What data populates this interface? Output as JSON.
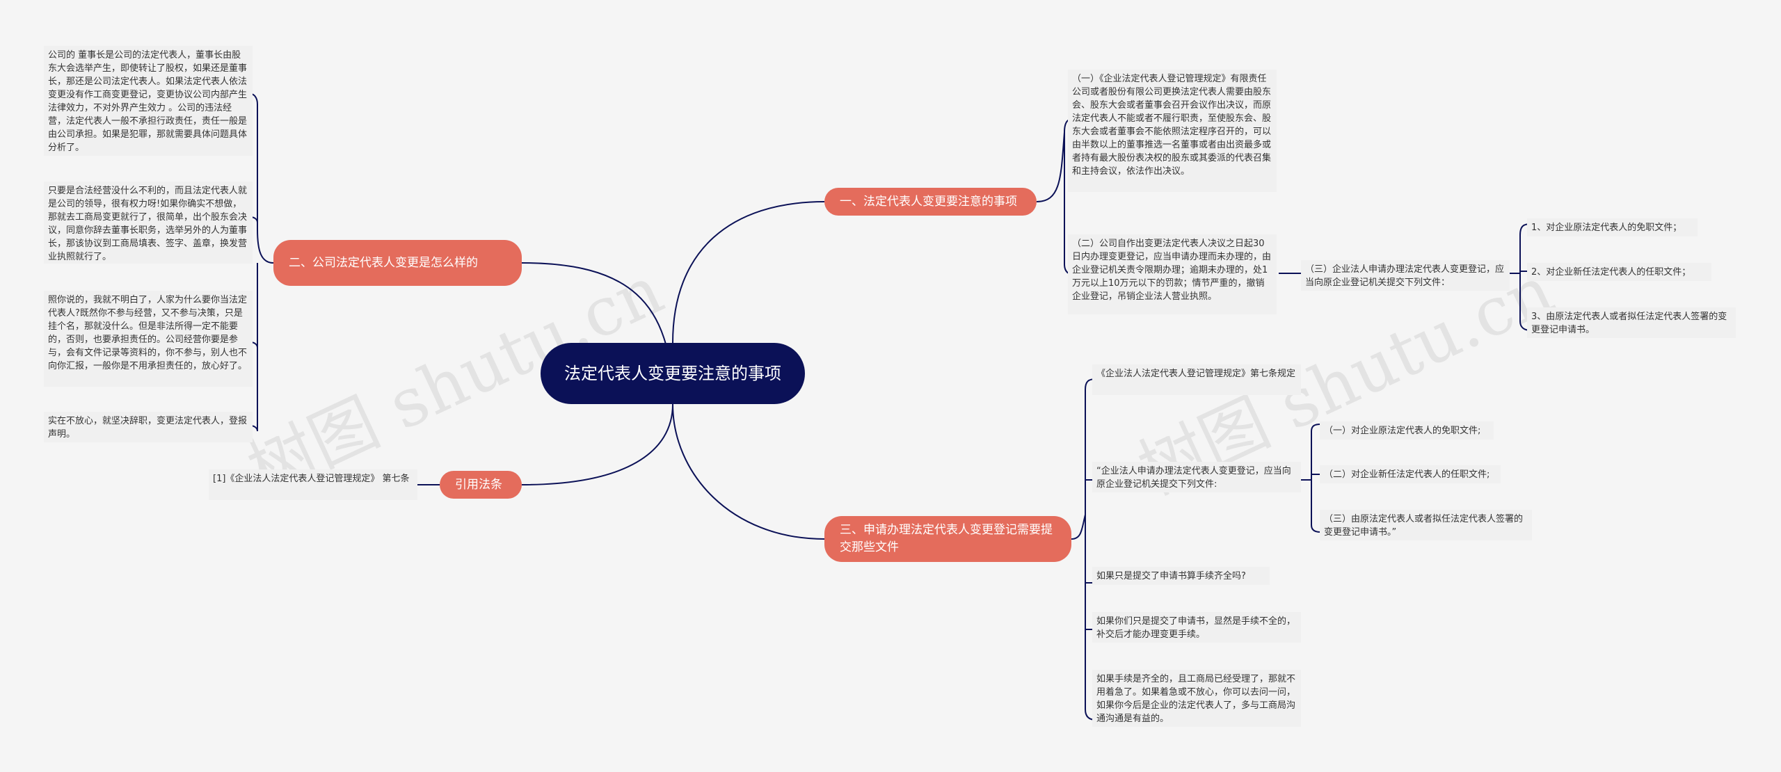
{
  "root": {
    "title": "法定代表人变更要注意的事项"
  },
  "branches": {
    "b1": "一、法定代表人变更要注意的事项",
    "b2": "二、公司法定代表人变更是怎么样的",
    "b3": "三、申请办理法定代表人变更登记需要提交那些文件",
    "b4": "引用法条"
  },
  "b1_leaves": {
    "l1": "（一）《企业法定代表人登记管理规定》有限责任公司或者股份有限公司更换法定代表人需要由股东会、股东大会或者董事会召开会议作出决议，而原法定代表人不能或者不履行职责，至使股东会、股东大会或者董事会不能依照法定程序召开的，可以由半数以上的董事推选一名董事或者由出资最多或者持有最大股份表决权的股东或其委派的代表召集和主持会议，依法作出决议。",
    "l2": "（二）公司自作出变更法定代表人决议之日起30日内办理变更登记，应当申请办理而未办理的，由企业登记机关责令限期办理；逾期未办理的，处1万元以上10万元以下的罚款；情节严重的，撤销企业登记，吊销企业法人营业执照。",
    "l3": "（三）企业法人申请办理法定代表人变更登记，应当向原企业登记机关提交下列文件：",
    "l3_items": [
      "1、对企业原法定代表人的免职文件；",
      "2、对企业新任法定代表人的任职文件；",
      "3、由原法定代表人或者拟任法定代表人签署的变更登记申请书。"
    ]
  },
  "b2_leaves": [
    "公司的 董事长是公司的法定代表人，董事长由股东大会选举产生，即使转让了股权，如果还是董事长，那还是公司法定代表人。如果法定代表人依法变更没有作工商变更登记，变更协议公司内部产生法律效力，不对外界产生效力 。公司的违法经营，法定代表人一般不承担行政责任，责任一般是由公司承担。如果是犯罪，那就需要具体问题具体分析了。",
    "只要是合法经营没什么不利的，而且法定代表人就是公司的领导，很有权力呀!如果你确实不想做，那就去工商局变更就行了，很简单，出个股东会决议，同意你辞去董事长职务，选举另外的人为董事长，那该协议到工商局填表、签字、盖章，换发营业执照就行了。",
    "照你说的，我就不明白了，人家为什么要你当法定代表人?既然你不参与经营，又不参与决策，只是挂个名，那就没什么。但是非法所得一定不能要的，否则，也要承担责任的。公司经营你要是参与，会有文件记录等资料的，你不参与，别人也不向你汇报，一般你是不用承担责任的，放心好了。",
    "实在不放心，就坚决辞职，变更法定代表人，登报声明。"
  ],
  "b3_leaves": {
    "l1": "《企业法人法定代表人登记管理规定》第七条规定",
    "l2": "“企业法人申请办理法定代表人变更登记，应当向原企业登记机关提交下列文件:",
    "l2_items": [
      "（一）对企业原法定代表人的免职文件;",
      "（二）对企业新任法定代表人的任职文件;",
      "（三）由原法定代表人或者拟任法定代表人签署的变更登记申请书。”"
    ],
    "l3": "如果只是提交了申请书算手续齐全吗?",
    "l4": "如果你们只是提交了申请书，显然是手续不全的，补交后才能办理变更手续。",
    "l5": "如果手续是齐全的，且工商局已经受理了，那就不用着急了。如果着急或不放心，你可以去问一问，如果你今后是企业的法定代表人了，多与工商局沟通沟通是有益的。"
  },
  "b4_leaves": [
    "[1]《企业法人法定代表人登记管理规定》 第七条"
  ],
  "watermarks": [
    "树图 shutu.cn",
    "树图 shutu.cn"
  ],
  "colors": {
    "root": "#0b1157",
    "branch": "#e46c5c",
    "line": "#0b1157",
    "leaf_bg": "#f0f0f0"
  }
}
